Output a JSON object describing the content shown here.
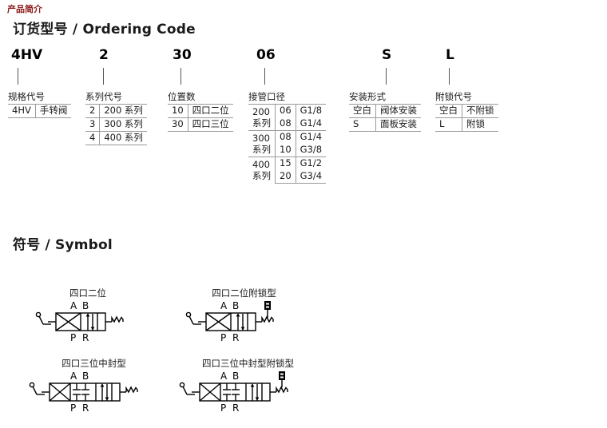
{
  "brand_header": "产品简介",
  "ordering": {
    "title": "订货型号 / Ordering Code",
    "code_segments": [
      {
        "code": "4HV"
      },
      {
        "code": "2"
      },
      {
        "code": "30"
      },
      {
        "code": "06"
      },
      {
        "code": "S"
      },
      {
        "code": "L"
      }
    ],
    "tables": [
      {
        "title": "规格代号",
        "rows": [
          {
            "key": "4HV",
            "value": "手转阀"
          }
        ]
      },
      {
        "title": "系列代号",
        "rows": [
          {
            "key": "2",
            "value": "200 系列"
          },
          {
            "key": "3",
            "value": "300 系列"
          },
          {
            "key": "4",
            "value": "400 系列"
          }
        ]
      },
      {
        "title": "位置数",
        "rows": [
          {
            "key": "10",
            "value": "四口二位"
          },
          {
            "key": "30",
            "value": "四口三位"
          }
        ]
      },
      {
        "title": "接管口径",
        "groups": [
          {
            "series_line1": "200",
            "series_line2": "系列",
            "rows": [
              {
                "key": "06",
                "value": "G1/8"
              },
              {
                "key": "08",
                "value": "G1/4"
              }
            ]
          },
          {
            "series_line1": "300",
            "series_line2": "系列",
            "rows": [
              {
                "key": "08",
                "value": "G1/4"
              },
              {
                "key": "10",
                "value": "G3/8"
              }
            ]
          },
          {
            "series_line1": "400",
            "series_line2": "系列",
            "rows": [
              {
                "key": "15",
                "value": "G1/2"
              },
              {
                "key": "20",
                "value": "G3/4"
              }
            ]
          }
        ]
      },
      {
        "title": "安装形式",
        "rows": [
          {
            "key": "空白",
            "value": "阀体安装"
          },
          {
            "key": "S",
            "value": "面板安装"
          }
        ]
      },
      {
        "title": "附锁代号",
        "rows": [
          {
            "key": "空白",
            "value": "不附锁"
          },
          {
            "key": "L",
            "value": "附锁"
          }
        ]
      }
    ]
  },
  "symbol": {
    "title": "符号 / Symbol",
    "port_labels": {
      "top_left": "A",
      "top_right": "B",
      "bottom_left": "P",
      "bottom_right": "R"
    },
    "items": [
      {
        "caption": "四口二位",
        "positions": 2,
        "lock": false
      },
      {
        "caption": "四口二位附锁型",
        "positions": 2,
        "lock": true
      },
      {
        "caption": "四口三位中封型",
        "positions": 3,
        "lock": false
      },
      {
        "caption": "四口三位中封型附锁型",
        "positions": 3,
        "lock": true
      }
    ]
  },
  "colors": {
    "header_red": "#8c1b1b",
    "text": "#1a1a1a",
    "rule": "#9a9a9a"
  }
}
